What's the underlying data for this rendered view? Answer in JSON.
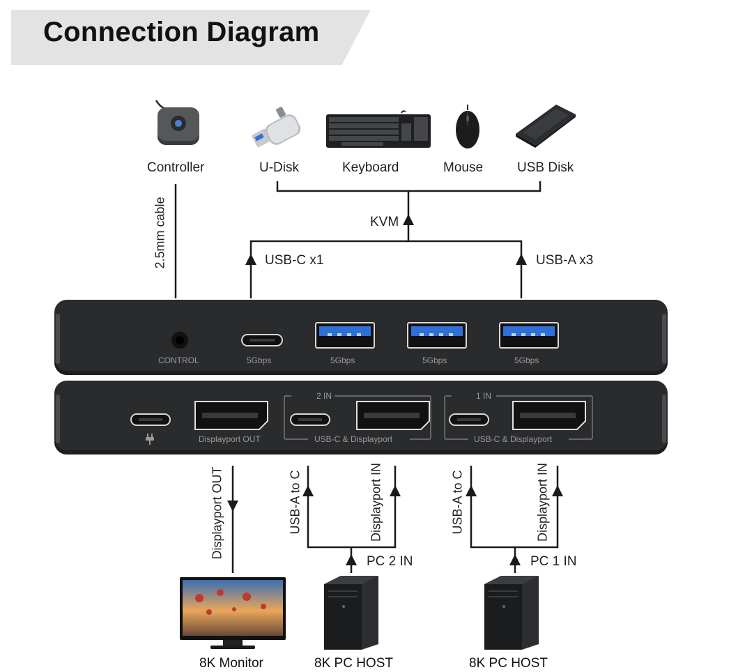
{
  "title": "Connection Diagram",
  "peripherals": {
    "controller": "Controller",
    "udisk": "U-Disk",
    "keyboard": "Keyboard",
    "mouse": "Mouse",
    "usb_disk": "USB Disk"
  },
  "links": {
    "cable": "2.5mm cable",
    "kvm": "KVM",
    "usb_c": "USB-C x1",
    "usb_a": "USB-A x3",
    "dp_out": "Displayport OUT",
    "usb_a_to_c_2": "USB-A to C",
    "dp_in_2": "Displayport IN",
    "pc2_in": "PC 2 IN",
    "usb_a_to_c_1": "USB-A to C",
    "dp_in_1": "Displayport IN",
    "pc1_in": "PC 1 IN"
  },
  "front_panel": {
    "control": "CONTROL",
    "speeds": [
      "5Gbps",
      "5Gbps",
      "5Gbps",
      "5Gbps"
    ]
  },
  "rear_panel": {
    "dp_out": "Displayport OUT",
    "in2": "2 IN",
    "in1": "1 IN",
    "group2": "USB-C & Displayport",
    "group1": "USB-C & Displayport"
  },
  "devices": {
    "monitor": "8K Monitor",
    "host2": "8K PC HOST",
    "host1": "8K PC HOST"
  },
  "colors": {
    "port_blue": "#2f6fd6",
    "body": "#2a2b2d",
    "line": "#1a1a1a"
  }
}
